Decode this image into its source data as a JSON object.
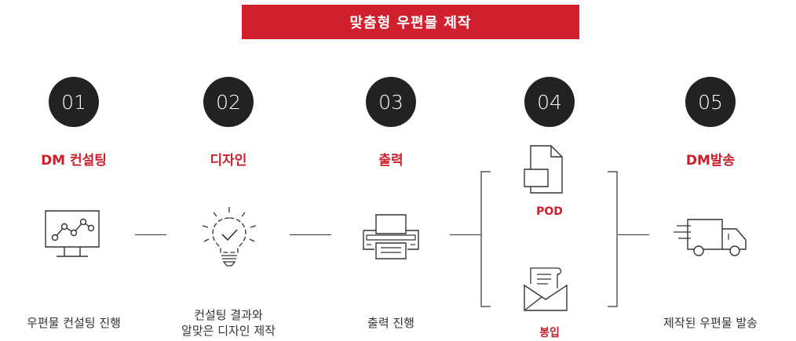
{
  "banner": {
    "title": "맞춤형 우편물 제작"
  },
  "steps": [
    {
      "number": "01",
      "title": "DM 컨설팅",
      "icon": "monitor-chart-icon",
      "desc": [
        "우편물 컨설팅 진행"
      ]
    },
    {
      "number": "02",
      "title": "디자인",
      "icon": "lightbulb-check-icon",
      "desc": [
        "컨설팅 결과와",
        "알맞은 디자인 제작"
      ]
    },
    {
      "number": "03",
      "title": "출력",
      "icon": "printer-icon",
      "desc": [
        "출력 진행"
      ]
    },
    {
      "number": "04",
      "options": [
        {
          "label": "POD",
          "icon": "document-icon"
        },
        {
          "label": "봉입",
          "icon": "envelope-letter-icon"
        }
      ]
    },
    {
      "number": "05",
      "title": "DM발송",
      "icon": "delivery-truck-icon",
      "desc": [
        "제작된 우편물 발송"
      ]
    }
  ],
  "colors": {
    "accent": "#d0202e",
    "circle": "#222222",
    "text": "#333333"
  }
}
